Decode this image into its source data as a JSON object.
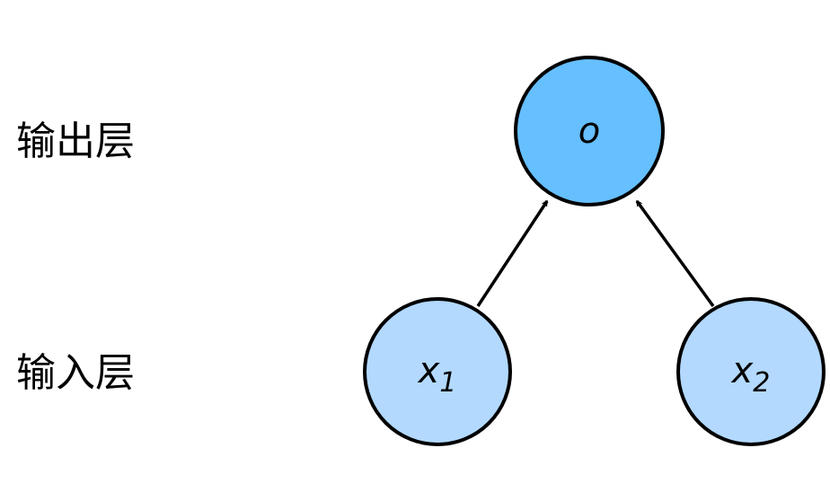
{
  "layers": {
    "output_label": "输出层",
    "input_label": "输入层"
  },
  "nodes": {
    "output": {
      "var": "o"
    },
    "input_1": {
      "var": "x",
      "sub": "1"
    },
    "input_2": {
      "var": "x",
      "sub": "2"
    }
  },
  "colors": {
    "output_fill": "#66bfff",
    "input_fill": "#b3d9ff",
    "stroke": "#000000"
  }
}
